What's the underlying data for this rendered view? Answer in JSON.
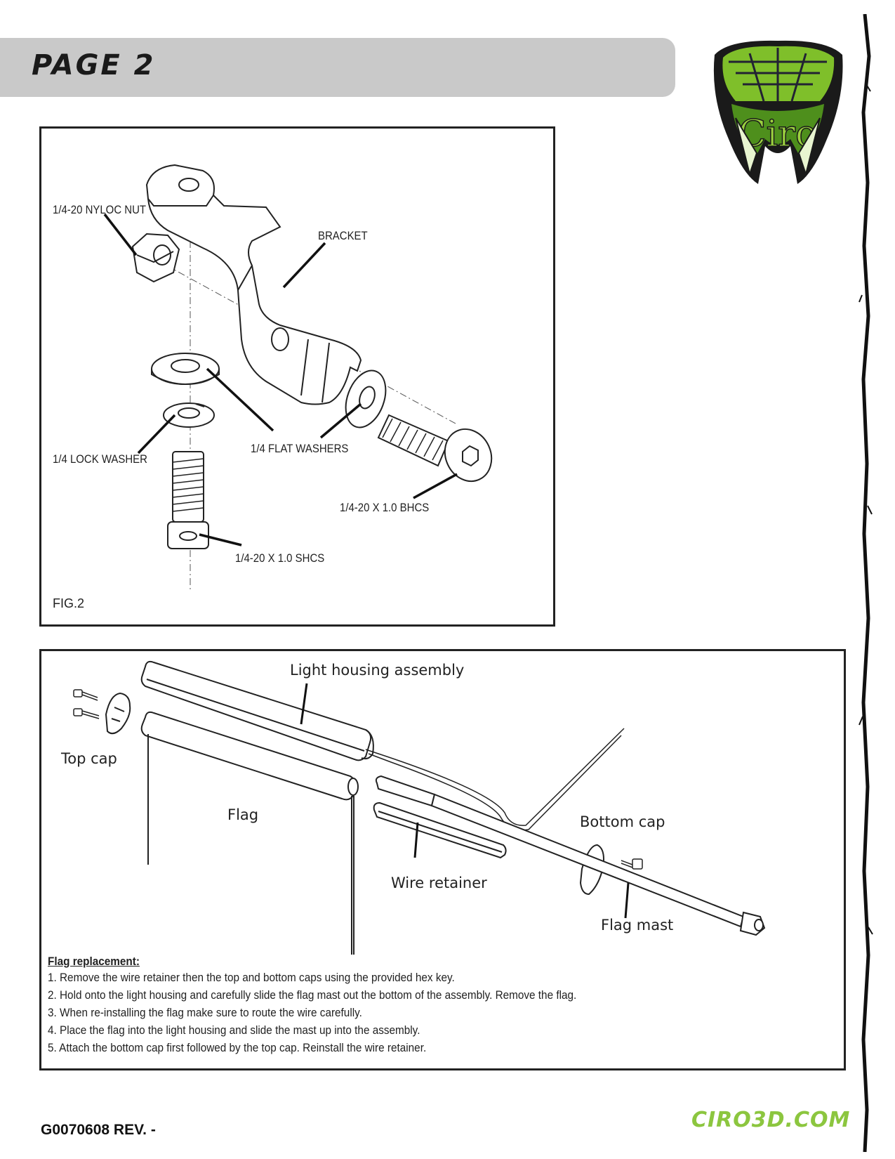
{
  "header": {
    "title": "PAGE 2"
  },
  "brand": {
    "logo_text": "Ciro",
    "accent_color": "#8cc63f",
    "header_bar_color": "#c9c9c9"
  },
  "fig2": {
    "caption": "FIG.2",
    "labels": {
      "nyloc_nut": "1/4-20 NYLOC NUT",
      "bracket": "BRACKET",
      "flat_washers": "1/4 FLAT WASHERS",
      "lock_washer": "1/4 LOCK WASHER",
      "bhcs": "1/4-20 X 1.0 BHCS",
      "shcs": "1/4-20 X 1.0 SHCS"
    }
  },
  "fig3": {
    "labels": {
      "light_housing": "Light housing assembly",
      "top_cap": "Top cap",
      "flag": "Flag",
      "bottom_cap": "Bottom cap",
      "wire_retainer": "Wire retainer",
      "flag_mast": "Flag mast"
    },
    "instructions": {
      "heading": "Flag replacement:",
      "steps": [
        "1. Remove the wire retainer then the top and bottom caps using the provided hex key.",
        "2. Hold onto the light housing and carefully slide the flag mast out the bottom of the assembly.  Remove the flag.",
        "3. When re-installing the flag make sure to route the wire carefully.",
        "4. Place the flag into the light housing and slide the mast up into the assembly.",
        "5. Attach the bottom cap first followed by the top cap. Reinstall the wire retainer."
      ]
    }
  },
  "footer": {
    "doc_code": "G0070608 REV. -",
    "website": "CIRO3D.COM"
  }
}
